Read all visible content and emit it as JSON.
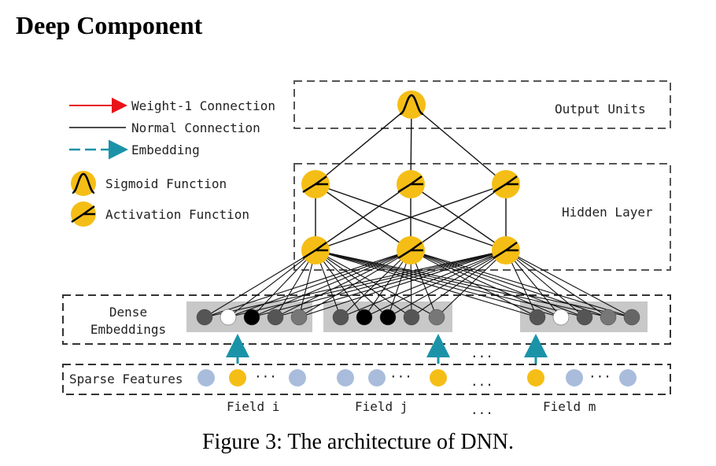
{
  "heading": "Deep Component",
  "caption": "Figure 3: The architecture of DNN.",
  "legend": {
    "weight1": "Weight-1 Connection",
    "normal": "Normal Connection",
    "embedding": "Embedding",
    "sigmoid": "Sigmoid Function",
    "activation": "Activation Function"
  },
  "labels": {
    "output_units": "Output Units",
    "hidden_layer": "Hidden Layer",
    "dense_line1": "Dense",
    "dense_line2": "Embeddings",
    "sparse_features": "Sparse Features",
    "field_i": "Field i",
    "field_j": "Field j",
    "field_m": "Field m",
    "ellipsis": "...",
    "dots_sparse": "···"
  },
  "colors": {
    "unit_yellow": "#F5BE16",
    "embed_arrow": "#1A93A8",
    "weight1_arrow": "#E8141A",
    "sparse_blue": "#A9BCDC",
    "dense_panel": "#C8C8C8"
  }
}
